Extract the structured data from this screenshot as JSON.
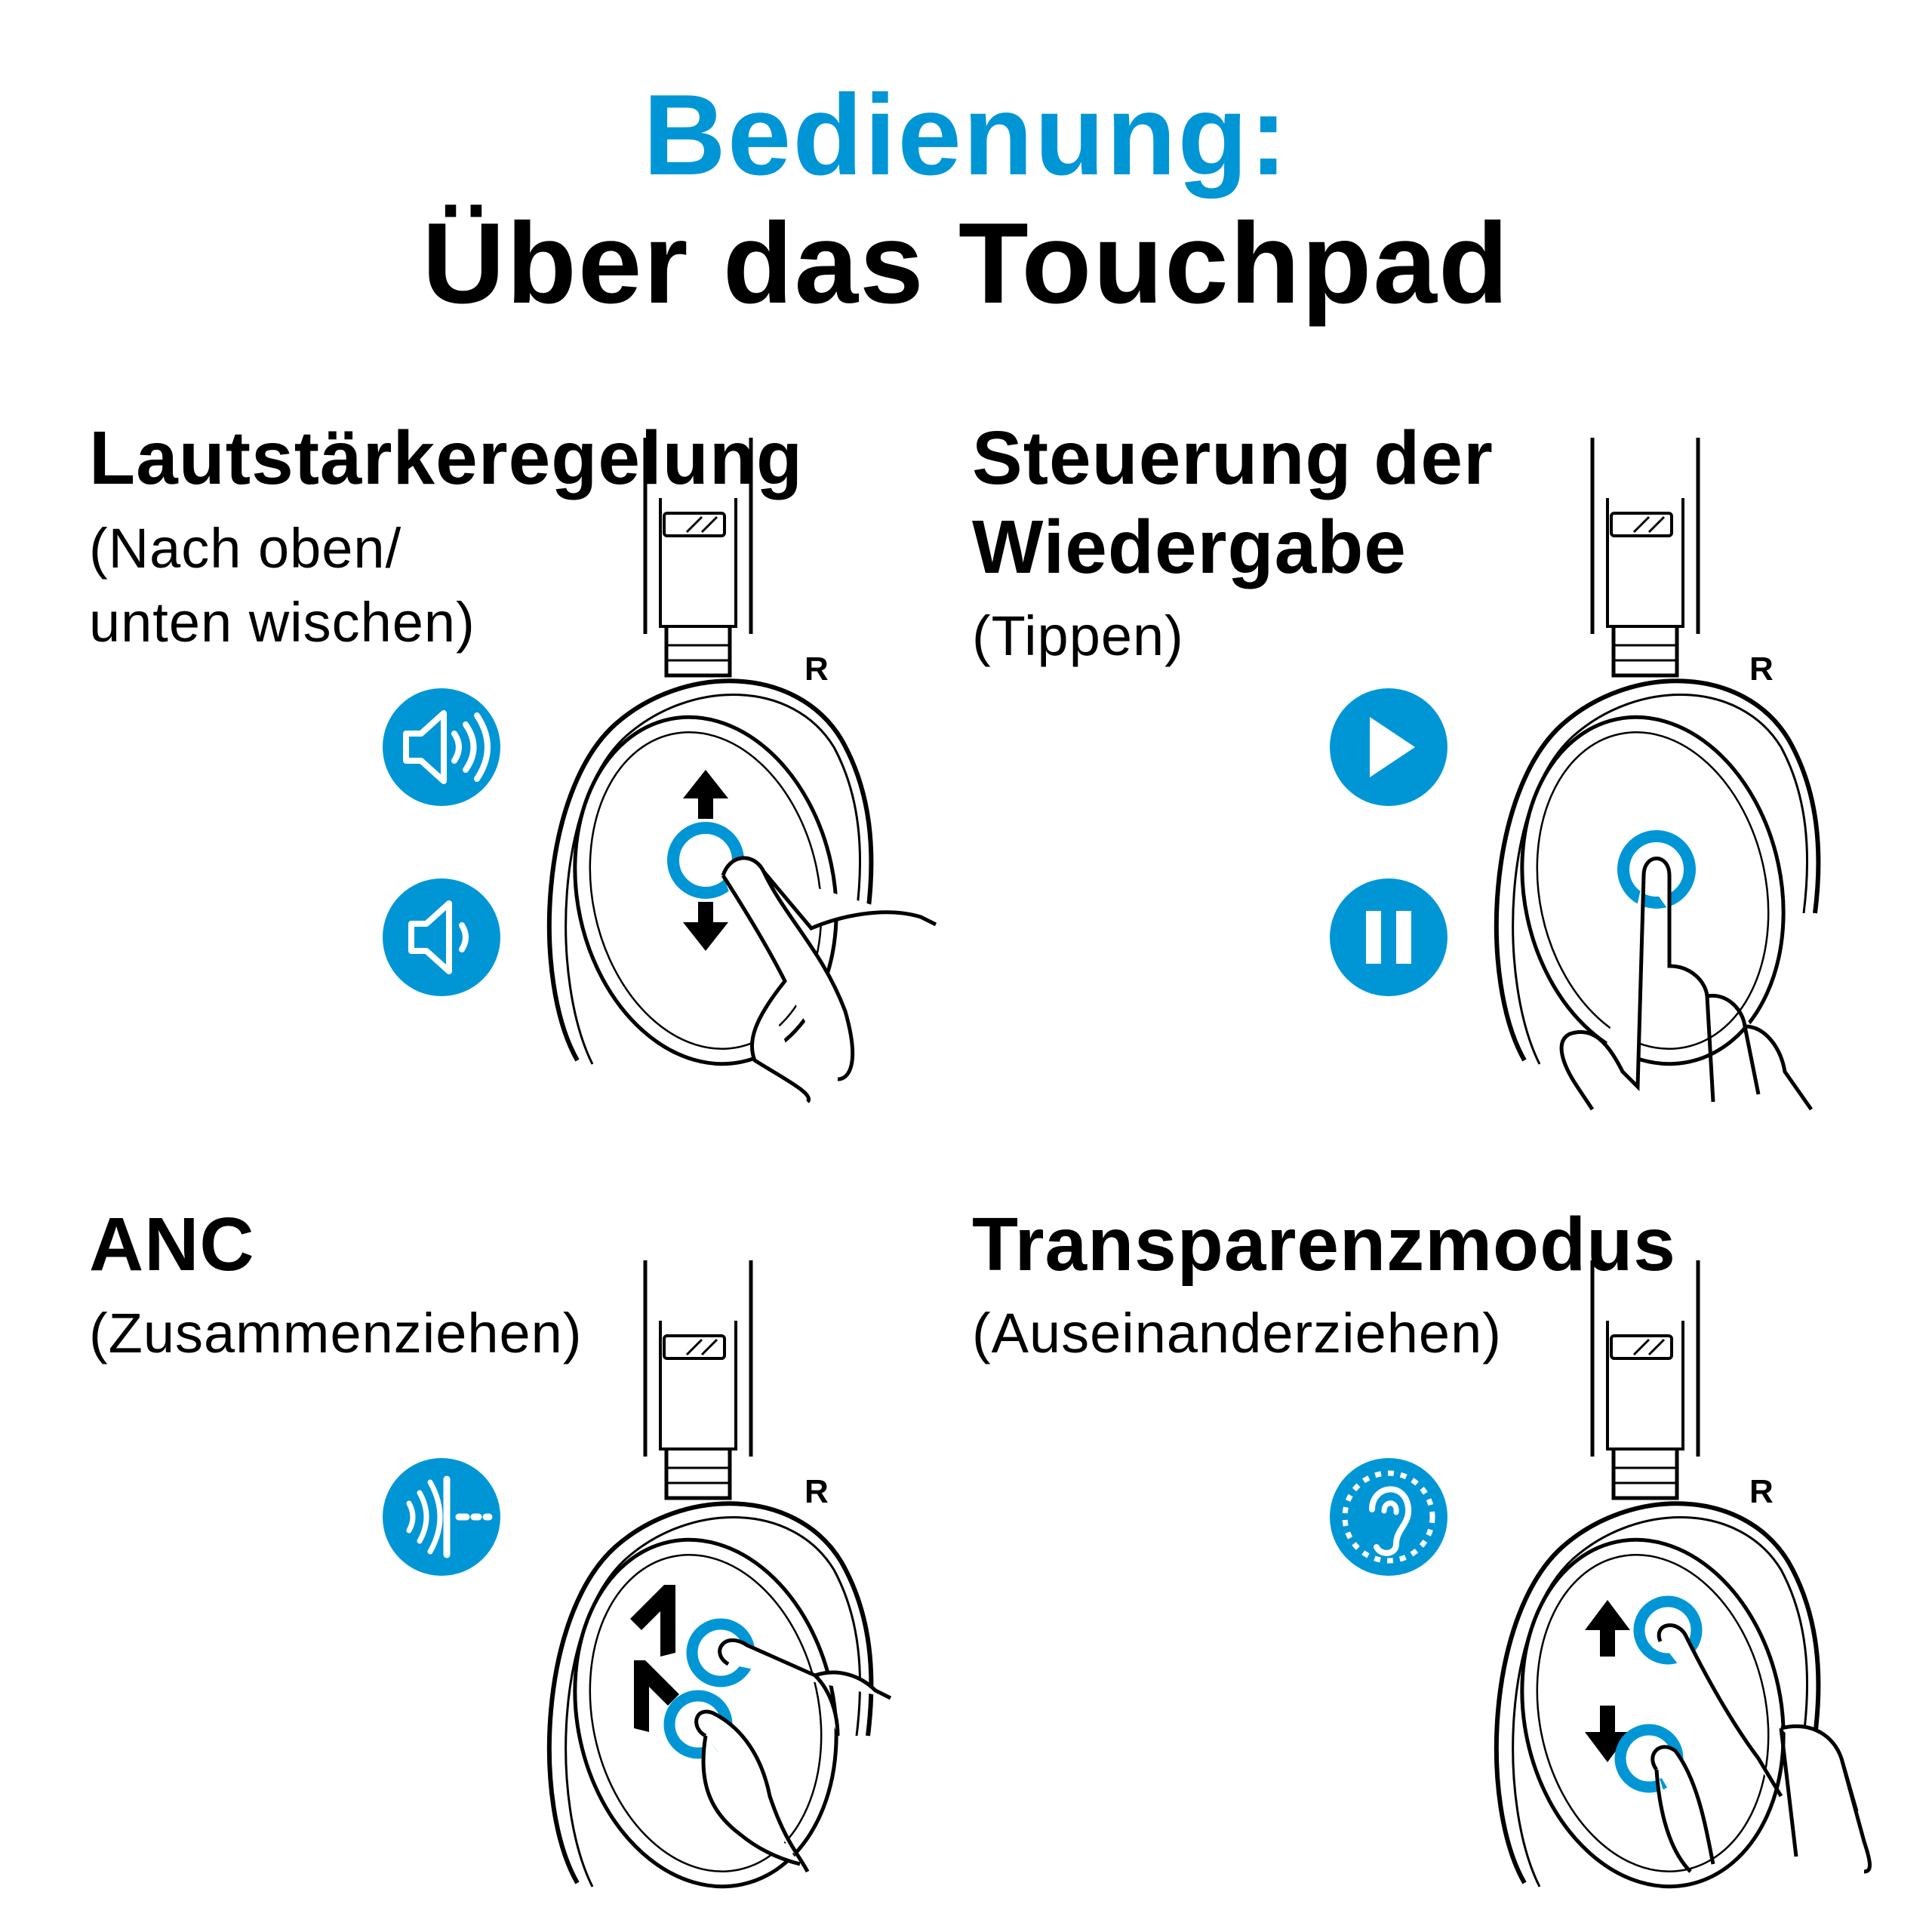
{
  "header": {
    "line1": "Bedienung:",
    "line2": "Über das Touchpad"
  },
  "colors": {
    "accent": "#0096d6",
    "text": "#000000",
    "background": "#ffffff"
  },
  "sections": [
    {
      "id": "volume",
      "title": "Lautstärkeregelung",
      "subtitle_line1": "(Nach oben/",
      "subtitle_line2": "unten wischen)",
      "side_label": "R",
      "icons": [
        "volume-up-icon",
        "volume-down-icon"
      ],
      "gesture": "swipe up/down"
    },
    {
      "id": "playback",
      "title_line1": "Steuerung der",
      "title_line2": "Wiedergabe",
      "subtitle": "(Tippen)",
      "side_label": "R",
      "icons": [
        "play-icon",
        "pause-icon"
      ],
      "gesture": "tap"
    },
    {
      "id": "anc",
      "title": "ANC",
      "subtitle": "(Zusammenziehen)",
      "side_label": "R",
      "icons": [
        "anc-icon"
      ],
      "gesture": "pinch"
    },
    {
      "id": "transparency",
      "title": "Transparenzmodus",
      "subtitle": "(Auseinanderziehen)",
      "side_label": "R",
      "icons": [
        "transparency-ear-icon"
      ],
      "gesture": "spread"
    }
  ]
}
